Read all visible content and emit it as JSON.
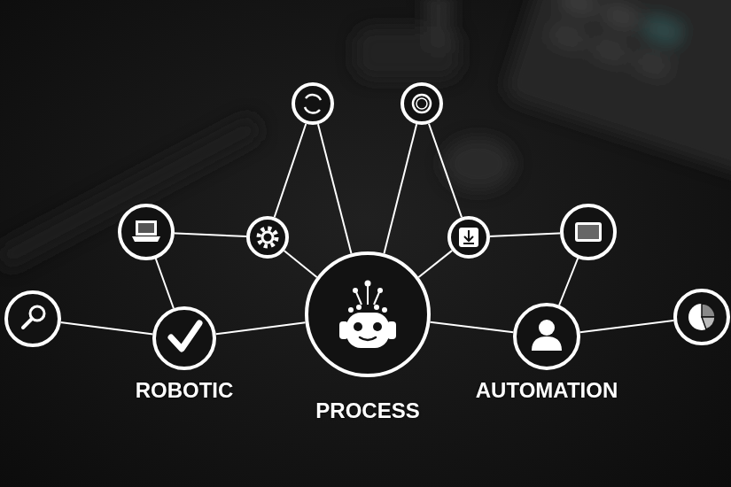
{
  "diagram": {
    "nodes": [
      {
        "text": [
          "ROBOTIC"
        ]
      },
      {
        "text": [
          "PROCESS"
        ]
      },
      {
        "text": [
          "AUTOMATION"
        ]
      }
    ],
    "edges": [
      {
        "from": 0,
        "to": 1,
        "arrow": "none"
      },
      {
        "from": 1,
        "to": 2,
        "arrow": "none"
      }
    ]
  }
}
